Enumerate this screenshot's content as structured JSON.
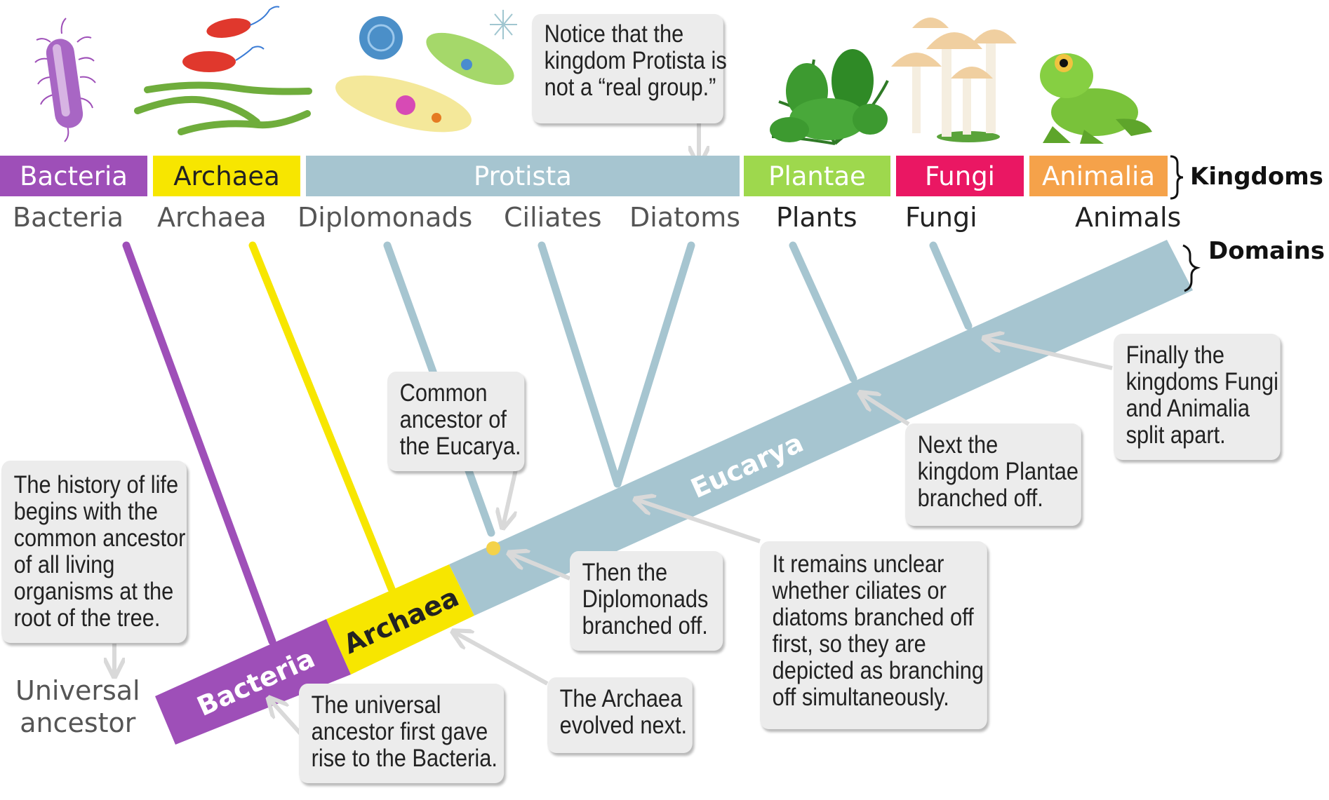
{
  "kingdoms": {
    "bacteria": "Bacteria",
    "archaea": "Archaea",
    "protista": "Protista",
    "plantae": "Plantae",
    "fungi": "Fungi",
    "animalia": "Animalia",
    "label": "Kingdoms"
  },
  "groups": {
    "bacteria": "Bacteria",
    "archaea": "Archaea",
    "diplomonads": "Diplomonads",
    "ciliates": "Ciliates",
    "diatoms": "Diatoms",
    "plants": "Plants",
    "fungi": "Fungi",
    "animals": "Animals"
  },
  "domains_label": "Domains",
  "domain_bands": {
    "bacteria": "Bacteria",
    "archaea": "Archaea",
    "eucarya": "Eucarya"
  },
  "root_label": [
    "Universal",
    "ancestor"
  ],
  "callouts": {
    "protista_note": [
      "Notice that the",
      "kingdom Protista is",
      "not a “real group.”"
    ],
    "history": [
      "The history of life",
      "begins with the",
      "common ancestor",
      "of all living",
      "organisms at the",
      "root of the tree."
    ],
    "common_ancestor": [
      "Common",
      "ancestor of",
      "the Eucarya."
    ],
    "bacteria_first": [
      "The universal",
      "ancestor first gave",
      "rise to the Bacteria."
    ],
    "archaea_next": [
      "The Archaea",
      "evolved next."
    ],
    "diplomonads": [
      "Then the",
      "Diplomonads",
      "branched off."
    ],
    "unclear": [
      "It remains unclear",
      "whether ciliates or",
      "diatoms branched off",
      "first, so they are",
      "depicted as branching",
      "off simultaneously."
    ],
    "plantae": [
      "Next the",
      "kingdom Plantae",
      "branched off."
    ],
    "fungi_animalia": [
      "Finally the",
      "kingdoms Fungi",
      "and Animalia",
      "split apart."
    ]
  },
  "colors": {
    "bacteria": "#9e4fb8",
    "archaea": "#f7e600",
    "eucarya": "#a6c5d0",
    "plantae": "#9ed84d",
    "fungi": "#ea1763",
    "animalia": "#f5a24a",
    "callout_bg": "#ececec"
  },
  "icons": [
    "bacterium-icon",
    "archaea-icon",
    "protist-icon",
    "fern-icon",
    "mushroom-icon",
    "frog-icon"
  ]
}
